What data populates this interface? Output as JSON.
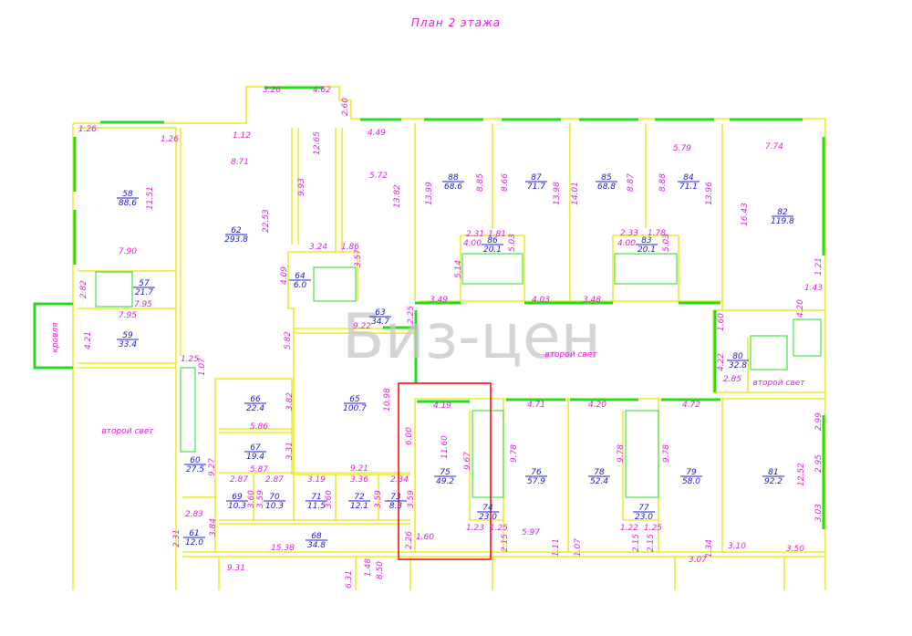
{
  "title": "План 2 этажа",
  "watermark": "Биз-цен",
  "colors": {
    "walls": "#e6e600",
    "windows": "#22dd22",
    "dimensions": "#e020e0",
    "rooms": "#2020d0",
    "highlight": "#ff0000"
  },
  "notes": [
    "второй свет",
    "второй свет",
    "второй свет",
    "кровля"
  ],
  "rooms": [
    {
      "no": "58",
      "area": "88.6"
    },
    {
      "no": "57",
      "area": "21.7"
    },
    {
      "no": "59",
      "area": "33.4"
    },
    {
      "no": "62",
      "area": "293.8"
    },
    {
      "no": "64",
      "area": "6.0"
    },
    {
      "no": "63",
      "area": "34.7"
    },
    {
      "no": "88",
      "area": "68.6"
    },
    {
      "no": "87",
      "area": "71.7"
    },
    {
      "no": "85",
      "area": "68.8"
    },
    {
      "no": "84",
      "area": "71.1"
    },
    {
      "no": "82",
      "area": "119.8"
    },
    {
      "no": "86",
      "area": "20.1"
    },
    {
      "no": "83",
      "area": "20.1"
    },
    {
      "no": "80",
      "area": "32.8"
    },
    {
      "no": "66",
      "area": "22.4"
    },
    {
      "no": "65",
      "area": "100.7"
    },
    {
      "no": "67",
      "area": "19.4"
    },
    {
      "no": "60",
      "area": "27.5"
    },
    {
      "no": "69",
      "area": "10.3"
    },
    {
      "no": "70",
      "area": "10.3"
    },
    {
      "no": "71",
      "area": "11.5"
    },
    {
      "no": "72",
      "area": "12.1"
    },
    {
      "no": "73",
      "area": "8.3"
    },
    {
      "no": "61",
      "area": "12.0"
    },
    {
      "no": "68",
      "area": "34.8"
    },
    {
      "no": "75",
      "area": "49.2"
    },
    {
      "no": "74",
      "area": "23.0"
    },
    {
      "no": "76",
      "area": "57.9"
    },
    {
      "no": "78",
      "area": "52.4"
    },
    {
      "no": "79",
      "area": "58.0"
    },
    {
      "no": "77",
      "area": "23.0"
    },
    {
      "no": "81",
      "area": "92.2"
    }
  ],
  "dimensions_h": [
    "3.26",
    "4.62",
    "1.26",
    "1.26",
    "1.12",
    "8.71",
    "4.49",
    "5.72",
    "5.79",
    "7.74",
    "7.90",
    "3.24",
    "1.86",
    "7.95",
    "7.95",
    "2.31",
    "1.81",
    "4.00",
    "2.33",
    "1.78",
    "4.00",
    "3.49",
    "4.03",
    "3.48",
    "9.22",
    "1.25",
    "5.86",
    "5.87",
    "9.21",
    "2.87",
    "2.87",
    "3.19",
    "3.36",
    "2.34",
    "2.83",
    "15.38",
    "9.31",
    "4.19",
    "4.71",
    "4.20",
    "4.72",
    "1.60",
    "1.23",
    "1.25",
    "5.97",
    "1.22",
    "1.25",
    "3.07",
    "3.10",
    "3.50",
    "2.85",
    "1.43"
  ],
  "dimensions_v": [
    "2.60",
    "12.65",
    "9.93",
    "22.53",
    "11.51",
    "13.82",
    "4.09",
    "3.57",
    "2.82",
    "4.21",
    "5.82",
    "13.99",
    "8.85",
    "8.66",
    "13.98",
    "14.01",
    "8.87",
    "8.88",
    "13.96",
    "16.43",
    "5.03",
    "5.03",
    "5.14",
    "1.60",
    "4.20",
    "1.21",
    "4.22",
    "2.25",
    "1.07",
    "3.82",
    "3.31",
    "10.98",
    "6.00",
    "9.27",
    "3.60",
    "3.59",
    "3.60",
    "3.59",
    "3.59",
    "3.84",
    "2.31",
    "2.26",
    "11.60",
    "9.67",
    "9.78",
    "2.15",
    "1.11",
    "1.07",
    "9.78",
    "2.15",
    "2.15",
    "9.78",
    "1.34",
    "12.52",
    "2.99",
    "2.95",
    "3.03",
    "6.31",
    "1.48",
    "8.50"
  ]
}
